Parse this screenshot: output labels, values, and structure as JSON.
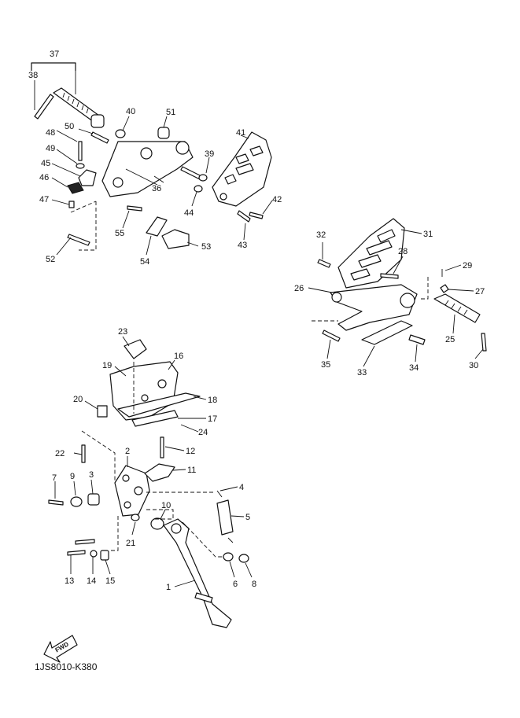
{
  "diagram": {
    "drawing_code": "1JS8010-K380",
    "direction_badge": "FWD",
    "callouts": {
      "c1": "1",
      "c2": "2",
      "c3": "3",
      "c4": "4",
      "c5": "5",
      "c6": "6",
      "c7": "7",
      "c8": "8",
      "c9": "9",
      "c10": "10",
      "c11": "11",
      "c12": "12",
      "c13": "13",
      "c14": "14",
      "c15": "15",
      "c16": "16",
      "c17": "17",
      "c18": "18",
      "c19": "19",
      "c20": "20",
      "c21": "21",
      "c22": "22",
      "c23": "23",
      "c24": "24",
      "c25": "25",
      "c26": "26",
      "c27": "27",
      "c28": "28",
      "c29": "29",
      "c30": "30",
      "c31": "31",
      "c32": "32",
      "c33": "33",
      "c34": "34",
      "c35": "35",
      "c36": "36",
      "c37": "37",
      "c38": "38",
      "c39": "39",
      "c40": "40",
      "c41": "41",
      "c42": "42",
      "c43": "43",
      "c44": "44",
      "c45": "45",
      "c46": "46",
      "c47": "47",
      "c48": "48",
      "c49": "49",
      "c50": "50",
      "c51": "51",
      "c52": "52",
      "c53": "53",
      "c54": "54",
      "c55": "55"
    }
  }
}
